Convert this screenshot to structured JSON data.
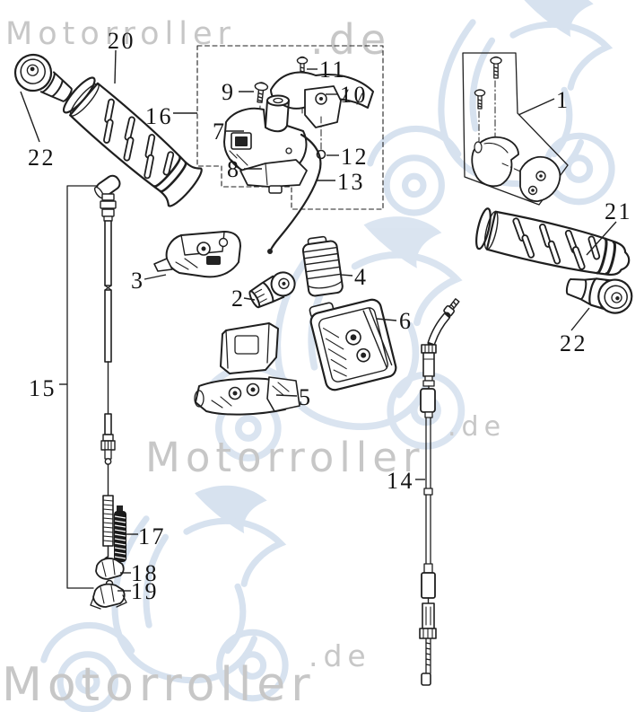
{
  "watermark": {
    "top_text": "Motorroller",
    "top_suffix": ".de",
    "middle_text": "Motorroller",
    "middle_suffix": ".de",
    "bottom_text": "Motorroller",
    "bottom_suffix": ".de",
    "text_color": "#c7c7c7",
    "scooter_color": "#b7cbe3"
  },
  "diagram": {
    "callouts": {
      "c1": "1",
      "c2": "2",
      "c3": "3",
      "c4": "4",
      "c5": "5",
      "c6": "6",
      "c7": "7",
      "c8": "8",
      "c9": "9",
      "c10": "10",
      "c11": "11",
      "c12": "12",
      "c13": "13",
      "c14": "14",
      "c15": "15",
      "c16": "16",
      "c17": "17",
      "c18": "18",
      "c19": "19",
      "c20": "20",
      "c21": "21",
      "c22": "22"
    }
  }
}
